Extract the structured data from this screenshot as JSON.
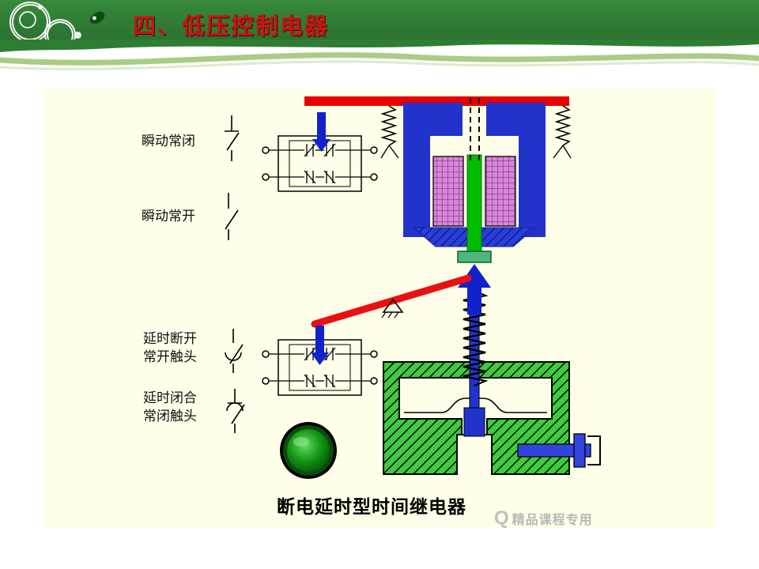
{
  "header": {
    "title": "四、低压控制电器"
  },
  "diagram": {
    "labels": {
      "instant_nc": "瞬动常闭",
      "instant_no": "瞬动常开",
      "delay_open_l1": "延时断开",
      "delay_open_l2": "常开触头",
      "delay_close_l1": "延时闭合",
      "delay_close_l2": "常闭触头"
    },
    "caption": "断电延时型时间继电器"
  },
  "watermark": {
    "icon_letter": "Q",
    "text": "精品课程专用"
  },
  "colors": {
    "header_green": "#2f7d33",
    "wave_green": "#a9cd84",
    "title_red": "#cf1010",
    "panel_cream": "#fffee8",
    "magnet_blue": "#2233cc",
    "coil_purple": "#d887d8",
    "rod_green": "#00bb00",
    "chamber_green": "#3ecc3e",
    "lever_red": "#e81010",
    "button_green": "#0b7d0b",
    "watermark_gray": "#b8b8b8"
  }
}
